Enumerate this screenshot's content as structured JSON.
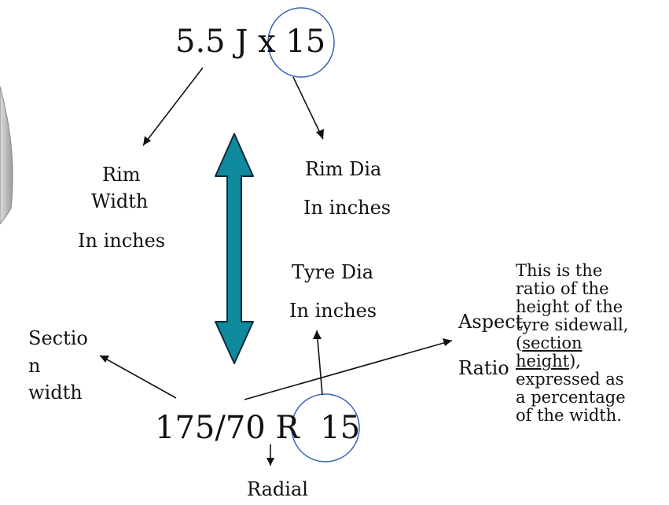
{
  "rim_spec": {
    "prefix": "5.5 J x",
    "diameter": "15"
  },
  "rim_width": {
    "line1": "Rim",
    "line2": "Width",
    "unit": "In inches"
  },
  "rim_dia": {
    "line1": "Rim Dia",
    "unit": "In inches"
  },
  "tyre_dia": {
    "line1": "Tyre Dia",
    "unit": "In inches"
  },
  "section_width": {
    "line1": "Sectio",
    "line2": "n",
    "line3": "width"
  },
  "aspect_ratio": {
    "line1": "Aspect",
    "line2": "Ratio"
  },
  "tyre_spec": {
    "prefix": "175/70 R",
    "diameter": "15"
  },
  "radial": "Radial",
  "aspect_note": {
    "part1": "This is the ratio of the height of the tyre sidewall, (",
    "underlined": "section height",
    "part2": "), expressed as a percentage of the width."
  },
  "colors": {
    "arrow_fill": "#0e8a9c",
    "circle_stroke": "#3a62b8"
  }
}
